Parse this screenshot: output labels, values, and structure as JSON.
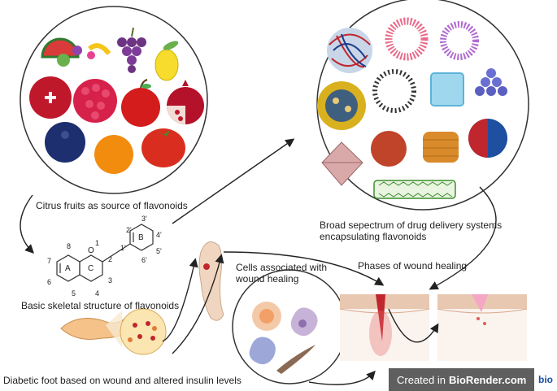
{
  "labels": {
    "citrus": "Citrus fruits as source of flavonoids",
    "skeleton": "Basic skeletal structure of flavonoids",
    "drug_delivery": "Broad sepectrum of drug delivery systems encapsulating flavonoids",
    "cells": "Cells associated with wound healing",
    "phases": "Phases of wound healing",
    "diabetic": "Diabetic foot based on wound and altered insulin levels"
  },
  "ring_labels": {
    "A": "A",
    "B": "B",
    "C": "C",
    "O": "O",
    "n1": "1",
    "n2": "2",
    "n3": "3",
    "n4": "4",
    "n5": "5",
    "n6": "6",
    "n7": "7",
    "n8": "8",
    "n1p": "1'",
    "n2p": "2'",
    "n3p": "3'",
    "n4p": "4'",
    "n5p": "5'",
    "n6p": "6'"
  },
  "badge": {
    "prefix": "Created in",
    "brand": "BioRender.com",
    "logo": "bio"
  },
  "colors": {
    "arrow": "#222222",
    "wound_red": "#c0262d",
    "skin": "#e8c8b0",
    "badge_bg": "#5f5f5f"
  }
}
